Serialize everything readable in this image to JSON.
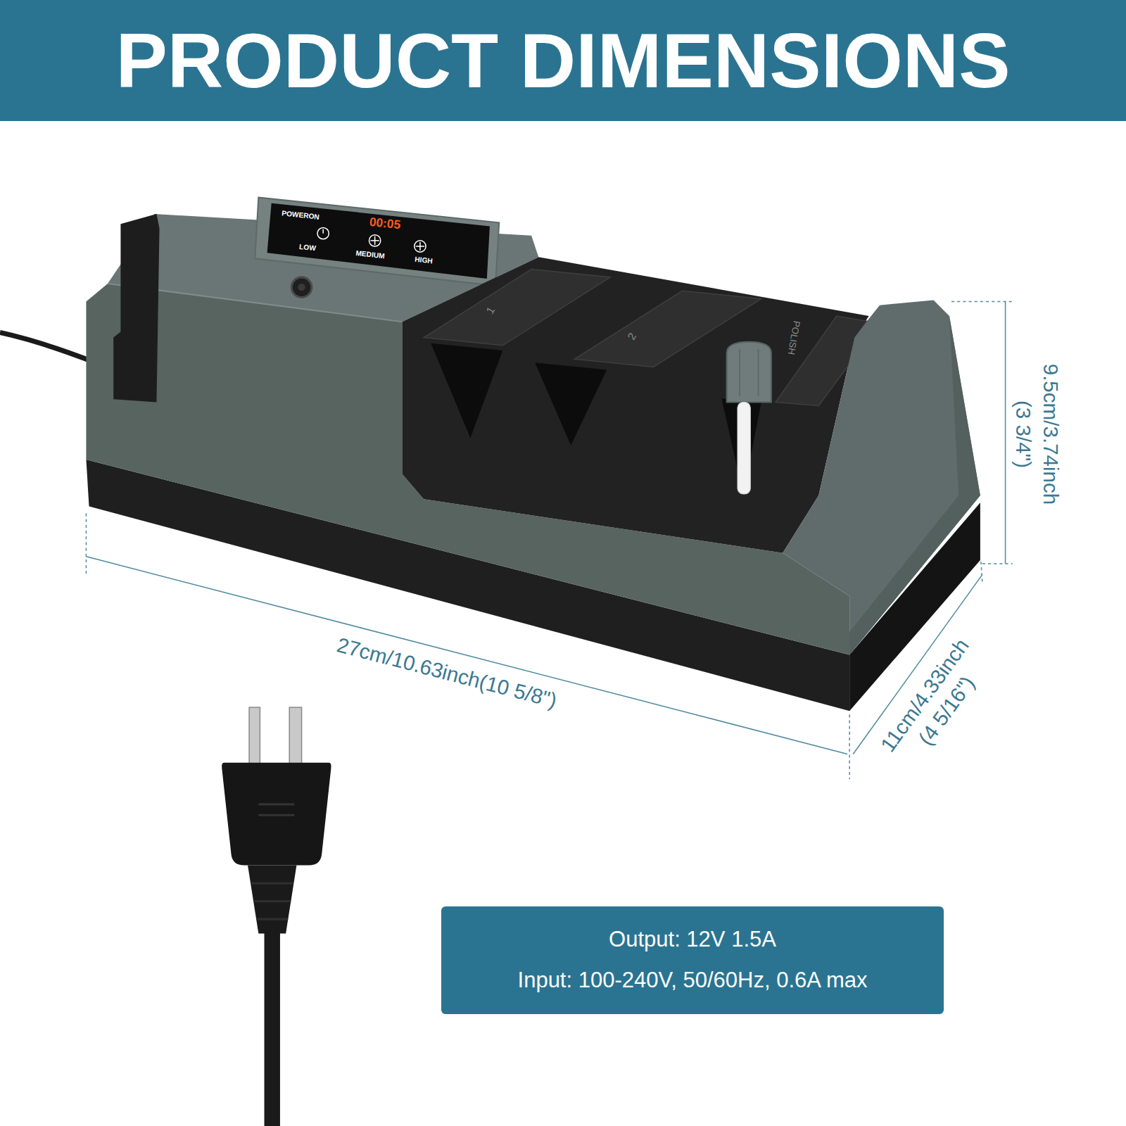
{
  "diagram": {
    "title": "PRODUCT DIMENSIONS",
    "nodes": [
      {
        "text": [
          "Output: 12V 1.5A",
          "Input: 100-240V, 50/60Hz, 0.6A max"
        ]
      }
    ],
    "labels": [
      "POWERON",
      "00:05",
      "LOW",
      "MEDIUM",
      "HIGH",
      "1",
      "2",
      "POLISH",
      "27cm/10.63inch(10 5/8\")",
      "9.5cm/3.74inch",
      "(3 3/4\")",
      "11cm/4.33inch",
      "(4 5/16\")"
    ]
  }
}
